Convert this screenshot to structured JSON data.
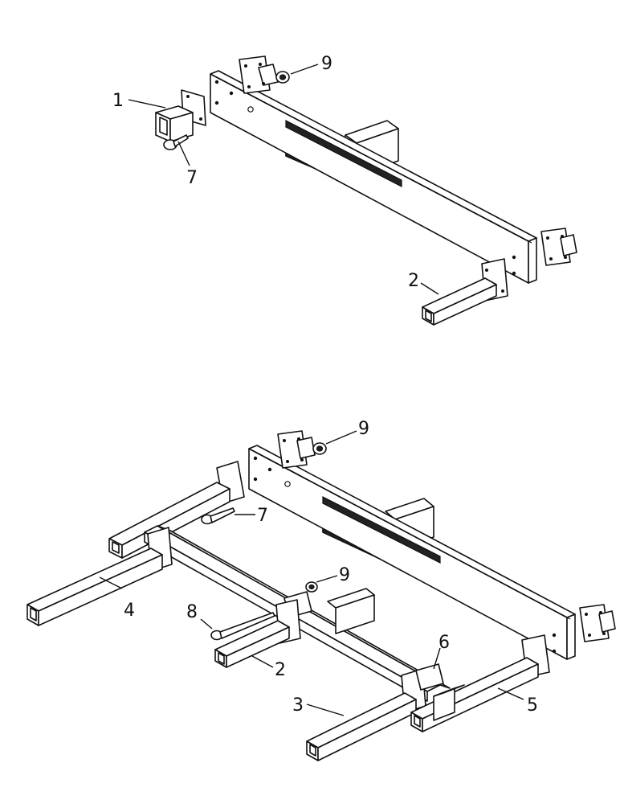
{
  "assemblies": [
    {
      "id": "top",
      "callouts": [
        {
          "id": "1",
          "label": "1"
        },
        {
          "id": "7",
          "label": "7"
        },
        {
          "id": "9",
          "label": "9"
        },
        {
          "id": "2",
          "label": "2"
        }
      ]
    },
    {
      "id": "bottom",
      "callouts": [
        {
          "id": "9a",
          "label": "9"
        },
        {
          "id": "7",
          "label": "7"
        },
        {
          "id": "9b",
          "label": "9"
        },
        {
          "id": "4",
          "label": "4"
        },
        {
          "id": "8",
          "label": "8"
        },
        {
          "id": "2",
          "label": "2"
        },
        {
          "id": "6",
          "label": "6"
        },
        {
          "id": "3",
          "label": "3"
        },
        {
          "id": "5",
          "label": "5"
        }
      ]
    }
  ]
}
